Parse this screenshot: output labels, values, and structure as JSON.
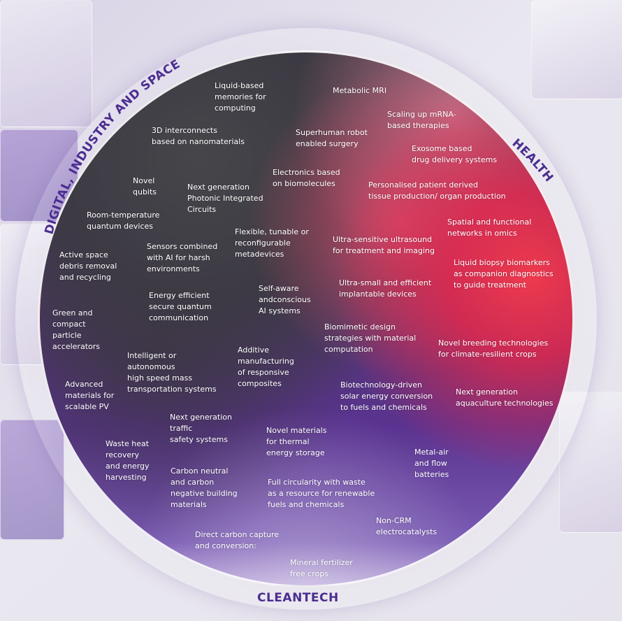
{
  "categories": {
    "digital": "DIGITAL, INDUSTRY AND SPACE",
    "health": "HEALTH",
    "cleantech": "CLEANTECH"
  },
  "labels": [
    "Liquid-based\nmemories for\ncomputing",
    "Metabolic MRI",
    "Scaling up mRNA-\nbased therapies",
    "3D interconnects\nbased on nanomaterials",
    "Superhuman robot\nenabled surgery",
    "Exosome based\ndrug delivery systems",
    "Electronics based\non biomolecules",
    "Novel\nqubits",
    "Next generation\nPhotonic Integrated\nCircuits",
    "Personalised patient derived\ntissue production/ organ production",
    "Room-temperature\nquantum devices",
    "Spatial and functional\nnetworks in omics",
    "Flexible, tunable or\nreconfigurable\nmetadevices",
    "Ultra-sensitive ultrasound\nfor treatment and imaging",
    "Sensors combined\nwith AI for harsh\nenvironments",
    "Active space\ndebris removal\nand recycling",
    "Liquid biopsy biomarkers\nas companion diagnostics\nto guide treatment",
    "Ultra-small and efficient\nimplantable devices",
    "Self-aware\nandconscious\nAI systems",
    "Energy efficient\nsecure quantum\ncommunication",
    "Green and\ncompact\nparticle\naccelerators",
    "Biomimetic design\nstrategies with material\ncomputation",
    "Novel breeding technologies\nfor climate-resilient crops",
    "Additive\nmanufacturing\nof responsive\ncomposites",
    "Intelligent or\nautonomous\nhigh speed mass\ntransportation systems",
    "Advanced\nmaterials for\nscalable PV",
    "Biotechnology-driven\nsolar energy conversion\nto fuels and chemicals",
    "Next generation\naquaculture technologies",
    "Next generation\ntraffic\nsafety systems",
    "Novel materials\nfor thermal\nenergy storage",
    "Waste heat\nrecovery\nand energy\nharvesting",
    "Metal-air\nand flow\nbatteries",
    "Carbon neutral\nand carbon\nnegative building\nmaterials",
    "Full circularity with waste\nas a resource for renewable\nfuels and chemicals",
    "Non-CRM\nelectrocatalysts",
    "Direct carbon capture\nand conversion:",
    "Mineral fertilizer\nfree crops"
  ],
  "colors": {
    "category_text": "#4b2d91",
    "label_text": "#ffffff",
    "health_red": "#ee3a4e",
    "digital_dark": "#46464a",
    "cleantech_purple": "#5a3390"
  }
}
